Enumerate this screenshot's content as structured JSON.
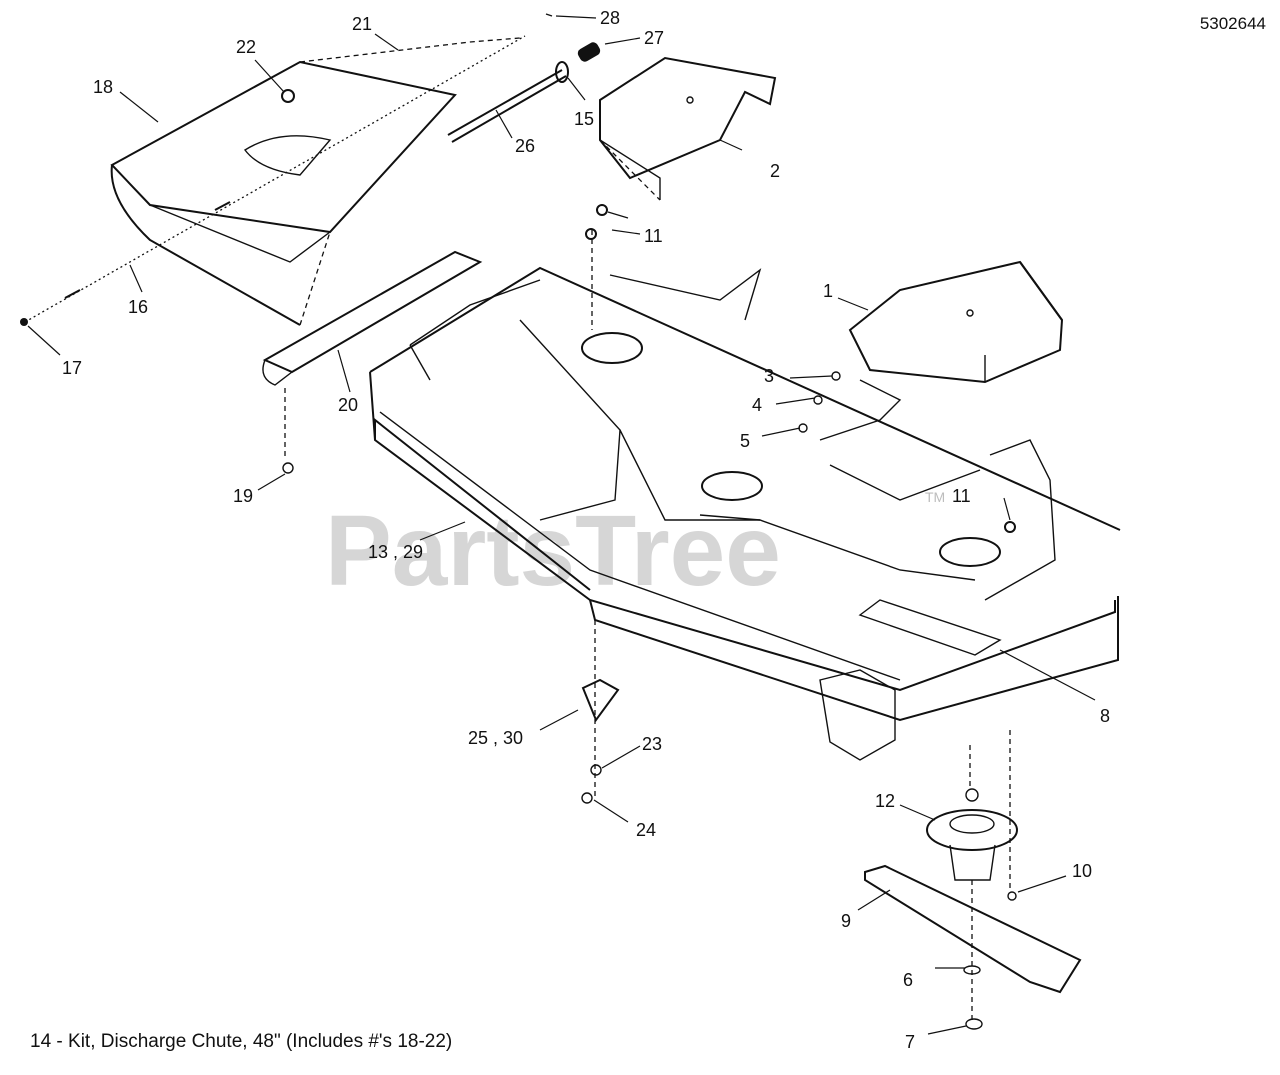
{
  "doc_id": "5302644",
  "footer_note": "14 - Kit, Discharge Chute, 48\" (Includes #'s 18-22)",
  "watermark": {
    "text": "PartsTree",
    "mark": "TM"
  },
  "callouts": {
    "c1": "1",
    "c2": "2",
    "c3": "3",
    "c4": "4",
    "c5": "5",
    "c6": "6",
    "c7": "7",
    "c8": "8",
    "c9": "9",
    "c10": "10",
    "c11a": "11",
    "c11b": "11",
    "c12": "12",
    "c13_29": "13 , 29",
    "c15": "15",
    "c16": "16",
    "c17": "17",
    "c18": "18",
    "c19": "19",
    "c20": "20",
    "c21": "21",
    "c22": "22",
    "c23": "23",
    "c24": "24",
    "c25_30": "25 , 30",
    "c26": "26",
    "c27": "27",
    "c28": "28"
  }
}
